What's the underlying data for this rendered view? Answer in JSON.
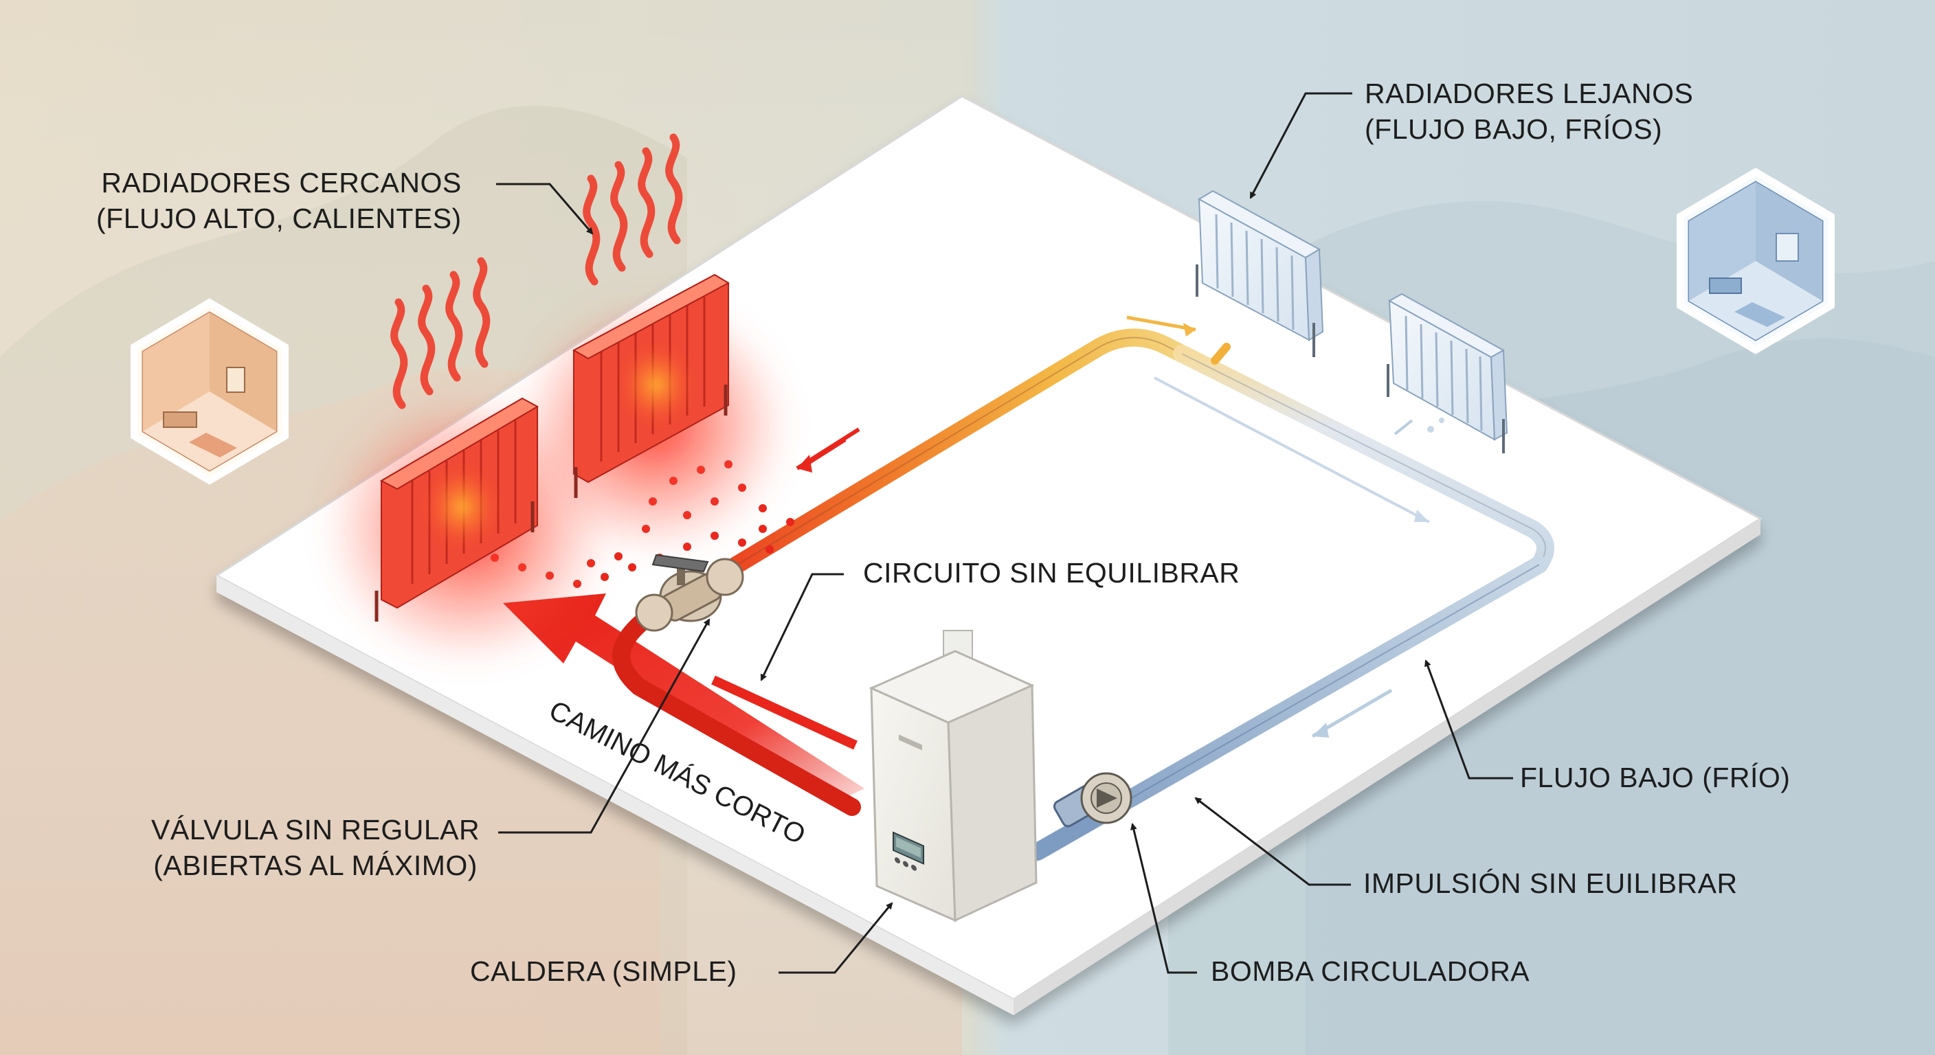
{
  "labels": {
    "near_radiators": [
      "RADIADORES CERCANOS",
      "(FLUJO ALTO, CALIENTES)"
    ],
    "far_radiators": [
      "RADIADORES LEJANOS",
      "(FLUJO BAJO, FRÍOS)"
    ],
    "unbalanced_circuit": "CIRCUITO SIN EQUILIBRAR",
    "shortest_path": "CAMINO MÁS CORTO",
    "unregulated_valve": [
      "VÁLVULA SIN REGULAR",
      "(ABIERTAS AL MÁXIMO)"
    ],
    "boiler": "CALDERA (SIMPLE)",
    "low_flow": "FLUJO BAJO (FRÍO)",
    "unbalanced_supply": "IMPULSIÓN SIN EUILIBRAR",
    "circulator_pump": "BOMBA CIRCULADORA"
  },
  "colors": {
    "hot": "#e8261c",
    "hot_glow": "#ff3b2f",
    "warm": "#f2a83a",
    "cold_pipe": "#b9cde0",
    "cold_dark": "#6f8fb6",
    "platform": "#ffffff",
    "bg_warm": "#e4d8c6",
    "bg_cold": "#cfdde2"
  },
  "icons": {
    "warm_room": "warm-room-icon",
    "cold_room": "cold-room-icon",
    "boiler": "boiler-icon",
    "pump": "circulator-pump-icon",
    "valve": "valve-icon"
  }
}
